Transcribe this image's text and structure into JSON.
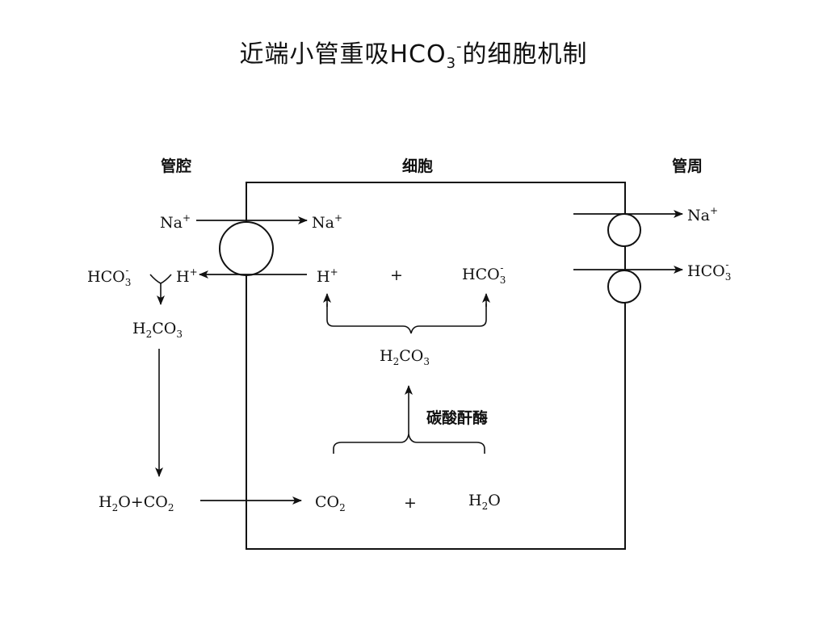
{
  "title": {
    "prefix": "近端小管重吸",
    "formula": "HCO",
    "subscript": "3",
    "superscript": "-",
    "suffix": "的细胞机制"
  },
  "regions": {
    "lumen": "管腔",
    "cell": "细胞",
    "peritubular": "管周"
  },
  "species": {
    "na": "Na",
    "na_charge": "+",
    "h": "H",
    "h_charge": "+",
    "hco3_base": "HCO",
    "hco3_sub": "3",
    "hco3_charge": "-",
    "h2co3_h": "H",
    "h2co3_sub2": "2",
    "h2co3_co": "CO",
    "h2co3_sub3": "3",
    "co2_base": "CO",
    "co2_sub": "2",
    "h2o_h": "H",
    "h2o_sub": "2",
    "h2o_o": "O",
    "plus": "+"
  },
  "enzyme": "碳酸酐酶"
}
